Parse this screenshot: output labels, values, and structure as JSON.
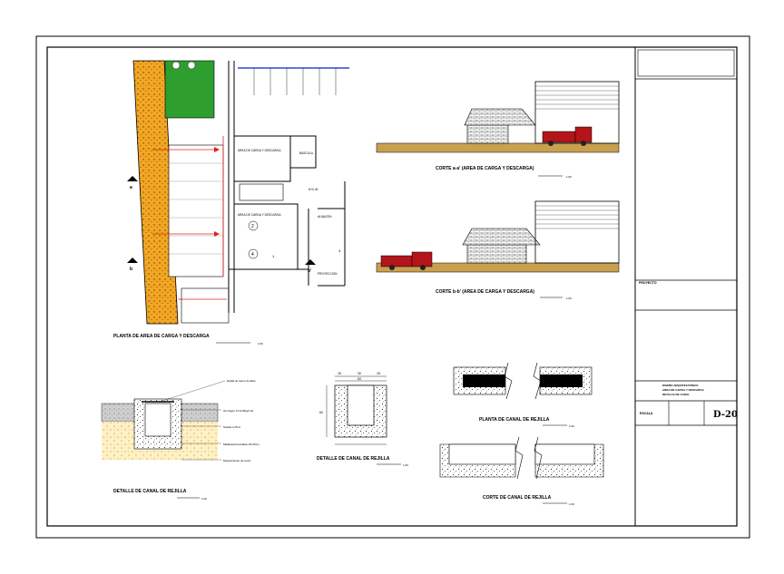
{
  "colors": {
    "lawn": "#2e9e2e",
    "wall_hatch": "#f2a623",
    "dim_line": "#e02020",
    "truck": "#b3151b",
    "ground": "#c8a050",
    "blue_grid": "#2a4bd0"
  },
  "planta": {
    "title": "PLANTA DE AREA DE CARGA Y DESCARGA",
    "scale": "1:00",
    "labels": {
      "area_carga_top": "AREA DE CARGA Y DESCARGA",
      "area_carga_mid": "AREA DE CARGA Y DESCARGA",
      "bascula": "BASCULA",
      "n1": "1",
      "n2": "2",
      "n3": "3",
      "n4": "4",
      "cut_a": "a",
      "cut_b": "b",
      "cut_b2": "b'",
      "nivel": "N+0.40",
      "almacen": "ALMACEN",
      "proyeccion": "PROYECCION"
    }
  },
  "corte_a": {
    "title": "CORTE a-a' (AREA DE CARGA Y DESCARGA)",
    "scale": "1:00"
  },
  "corte_b": {
    "title": "CORTE b-b' (AREA DE CARGA Y DESCARGA)",
    "scale": "1:00"
  },
  "detalle_canal": {
    "title": "DETALLE DE CANAL DE REJILLA",
    "scale": "1:00",
    "callouts": [
      "Rejilla de hierro fundido",
      "Hormigon f'c=210kg/cm2",
      "Solado e=5cm",
      "Mallaelectrosoldada 15x15cm",
      "Mejoramiento de suelo"
    ]
  },
  "detalle_canal2": {
    "title": "DETALLE DE CANAL DE REJILLA",
    "scale": "1:00",
    "dims": [
      "15",
      "30",
      "15",
      "60",
      "60"
    ]
  },
  "planta_canal": {
    "title": "PLANTA DE CANAL DE REJILLA",
    "scale": "1:00"
  },
  "corte_canal": {
    "title": "CORTE DE CANAL DE REJILLA",
    "scale": "1:00"
  },
  "title_block": {
    "proyecto_label": "PROYECTO",
    "contenido_line1": "DISEÑO ARQUITECTONICO",
    "contenido_line2": "AREA DE CARGA Y DESCARGA",
    "contenido_line3": "DETALLE DE CANAL",
    "escala_label": "ESCALA",
    "sheet_code": "D-20"
  }
}
